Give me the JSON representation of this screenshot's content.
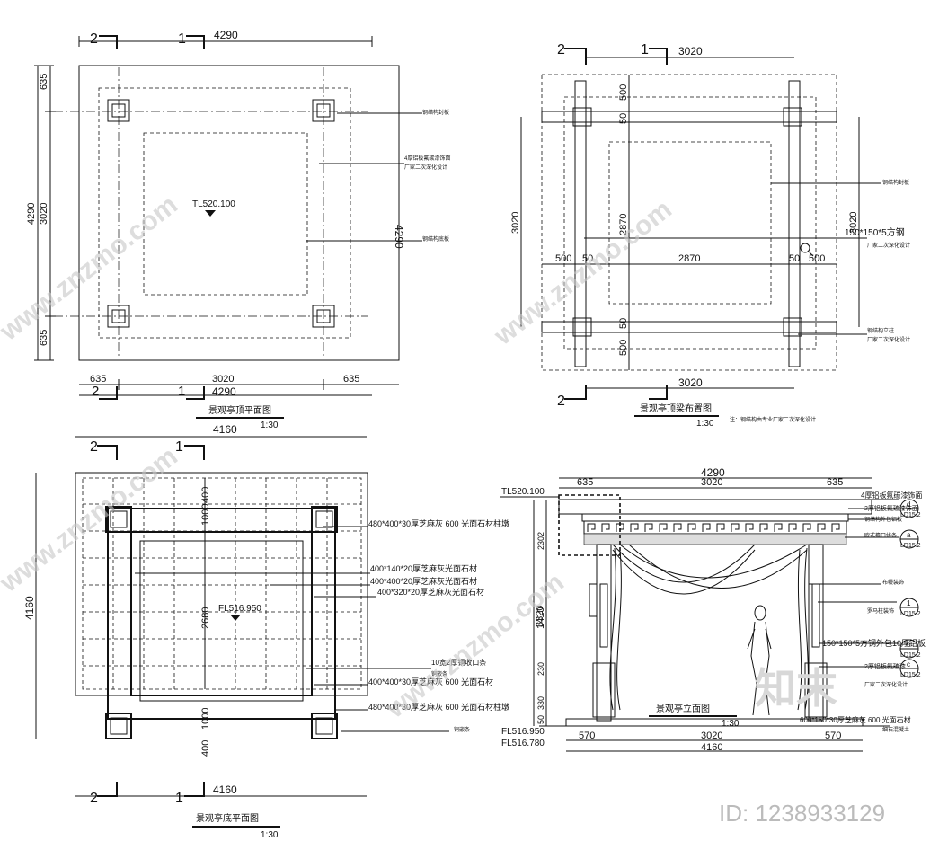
{
  "plan_roof": {
    "title": "景观亭顶平面图",
    "scale": "1:30",
    "dim_top": "4290",
    "dim_bottom_total": "4290",
    "dim_bottom_parts": [
      "635",
      "3020",
      "635"
    ],
    "dim_left_total": "4290",
    "dim_left_parts": [
      "635",
      "3020",
      "635"
    ],
    "dim_right": "4290",
    "elevation_mark": "TL520.100",
    "axis_2": "2",
    "axis_1": "1",
    "notes": [
      "钢结构封板",
      "4厚铝板氟碳漆饰面",
      "厂家二次深化设计",
      "钢结构底板"
    ]
  },
  "plan_structure": {
    "title": "景观亭顶梁布置图",
    "scale": "1:30",
    "note": "注：钢结构由专业厂家二次深化设计",
    "dim_top": "3020",
    "dim_bottom": "3020",
    "dim_left": "3020",
    "dim_right": "3020",
    "dim_mid": [
      "500",
      "50",
      "2870",
      "50",
      "500"
    ],
    "dim_vert_top": [
      "500",
      "50"
    ],
    "dim_vert_bottom": [
      "50",
      "500"
    ],
    "dim_vert_mid": "2870",
    "beam_label": "150*150*5方钢",
    "notes": [
      "钢结构封板",
      "厂家二次深化设计",
      "钢结构立柱",
      "厂家二次深化设计"
    ],
    "axis_2": "2",
    "axis_1": "1"
  },
  "plan_floor": {
    "title": "景观亭底平面图",
    "scale": "1:30",
    "dim_top": "4160",
    "dim_bottom": "4160",
    "dim_left": "4160",
    "dim_vert": [
      "400",
      "1000",
      "2680",
      "1000",
      "400"
    ],
    "elevation_mark": "FL516.950",
    "labels": [
      "480*400*30厚芝麻灰 600 光面石材柱墩",
      "400*140*20厚芝麻灰光面石材",
      "400*400*20厚芝麻灰光面石材",
      "400*320*20厚芝麻灰光面石材",
      "10宽2厚铜收口条",
      "铜嵌条",
      "400*400*30厚芝麻灰 600 光面石材",
      "480*400*30厚芝麻灰 600 光面石材柱墩",
      "铜嵌条"
    ],
    "axis_2": "2",
    "axis_1": "1"
  },
  "elevation": {
    "title": "景观亭立面图",
    "scale": "1:30",
    "top_mark": "TL520.100",
    "mark_fl1": "FL516.950",
    "mark_fl2": "FL516.780",
    "dim_top_total": "4290",
    "dim_top_parts": [
      "635",
      "3020",
      "635"
    ],
    "dim_bottom_total": "4160",
    "dim_bottom_parts": [
      "570",
      "3020",
      "570"
    ],
    "dim_left": [
      "3320",
      "2302",
      "1410",
      "230",
      "330",
      "50"
    ],
    "labels": [
      "4厚铝板氟碳漆饰面",
      "2厚铝板氟碳漆饰面",
      "钢结构外包铝板",
      "欧式檐口线条",
      "布幔装饰",
      "罗马柱装饰",
      "150*150*5方钢外包10厚铝板",
      "2厚铝板氟碳漆",
      "厂家二次深化设计",
      "600*150*30厚芝麻灰 600 光面石材",
      "细石混凝土"
    ],
    "detail_marks": [
      "d",
      "LD15.2",
      "a",
      "LD15.2",
      "1",
      "LD15.2",
      "c",
      "LD15.2",
      "b",
      "LD15.2"
    ]
  },
  "watermark": {
    "text": "www.znzmo.com",
    "logo": "知末",
    "id": "ID: 1238933129"
  }
}
